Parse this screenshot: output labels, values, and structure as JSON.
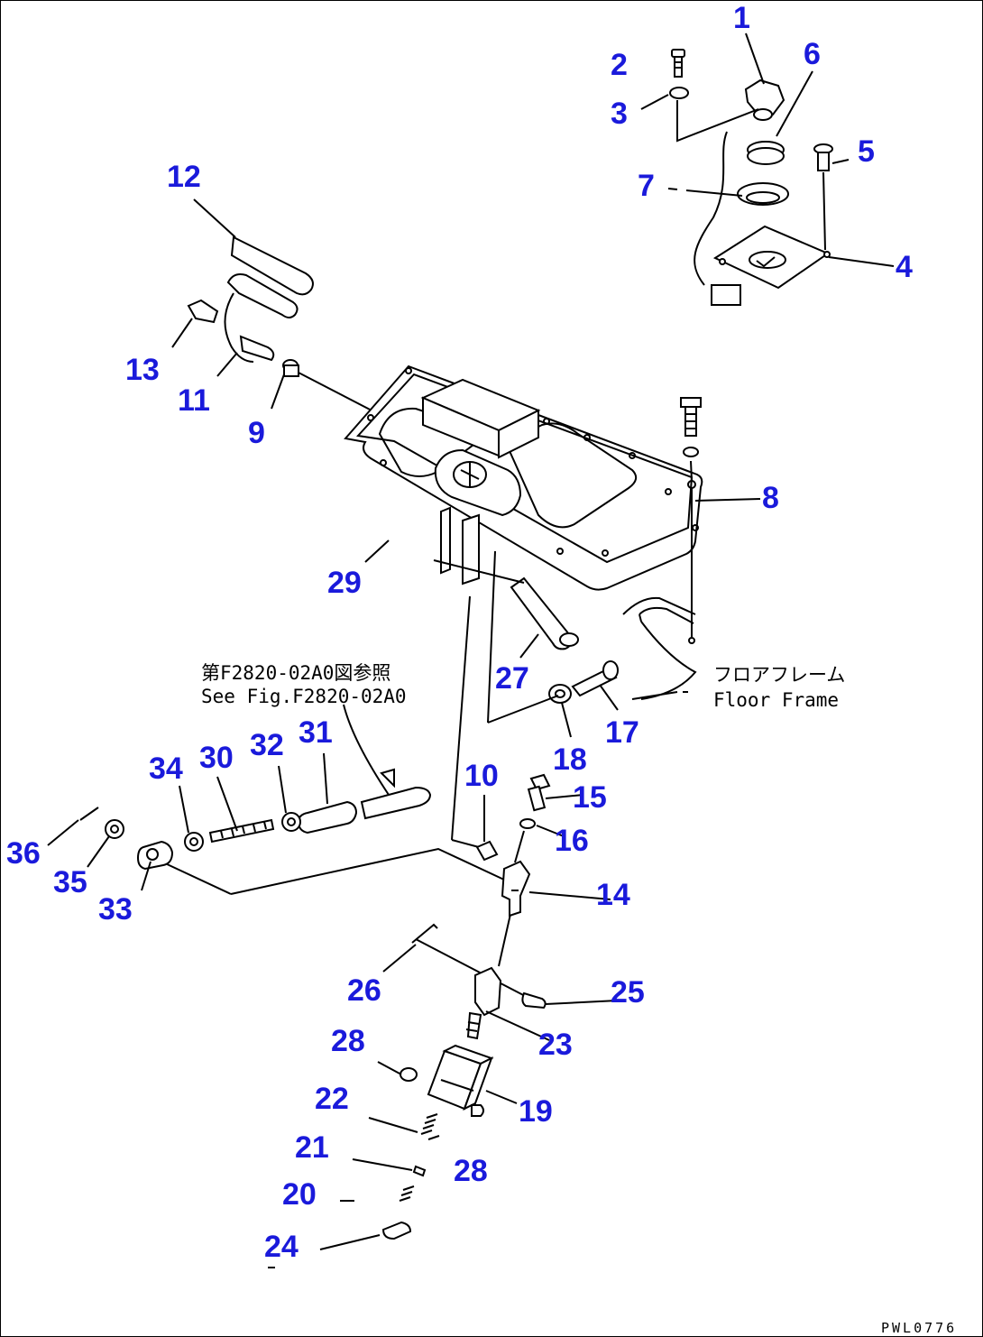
{
  "labels": [
    {
      "n": "1"
    },
    {
      "n": "2"
    },
    {
      "n": "3"
    },
    {
      "n": "4"
    },
    {
      "n": "5"
    },
    {
      "n": "6"
    },
    {
      "n": "7"
    },
    {
      "n": "8"
    },
    {
      "n": "9"
    },
    {
      "n": "10"
    },
    {
      "n": "11"
    },
    {
      "n": "12"
    },
    {
      "n": "13"
    },
    {
      "n": "14"
    },
    {
      "n": "15"
    },
    {
      "n": "16"
    },
    {
      "n": "17"
    },
    {
      "n": "18"
    },
    {
      "n": "19"
    },
    {
      "n": "20"
    },
    {
      "n": "21"
    },
    {
      "n": "22"
    },
    {
      "n": "23"
    },
    {
      "n": "24"
    },
    {
      "n": "25"
    },
    {
      "n": "26"
    },
    {
      "n": "27"
    },
    {
      "n": "28"
    },
    {
      "n": "28"
    },
    {
      "n": "29"
    },
    {
      "n": "30"
    },
    {
      "n": "31"
    },
    {
      "n": "32"
    },
    {
      "n": "33"
    },
    {
      "n": "34"
    },
    {
      "n": "35"
    },
    {
      "n": "36"
    }
  ],
  "notes": {
    "ref_jp": "第F2820-02A0図参照",
    "ref_en": "See Fig.F2820-02A0",
    "frame_jp": "フロアフレーム",
    "frame_en": "Floor Frame"
  },
  "drawing_code": "PWL0776",
  "colors": {
    "label": "#1a1adb",
    "line": "#000000",
    "background": "#ffffff"
  }
}
